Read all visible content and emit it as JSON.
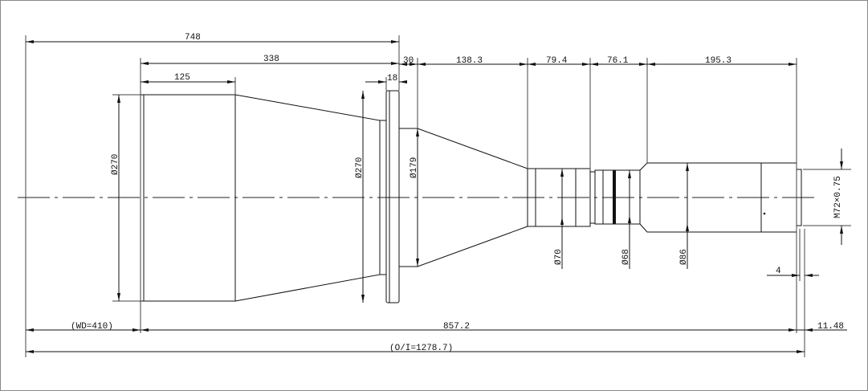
{
  "drawing": {
    "title": "Telecentric lens outline drawing",
    "dimensions": {
      "overall_length": "748",
      "front_section": "338",
      "front_tube": "125",
      "flange_thickness": "18",
      "flange_gap": "30",
      "cone": "138.3",
      "tube_70": "79.4",
      "ring_section": "76.1",
      "body": "195.3",
      "working_distance": "(WD=410)",
      "lens_length": "857.2",
      "back_focus": "11.48",
      "object_to_image": "(O/I=1278.7)",
      "thread_length": "4",
      "dia_front": "Ø270",
      "dia_flange": "Ø270",
      "dia_cone": "Ø179",
      "dia_tube": "Ø70",
      "dia_ring": "Ø68",
      "dia_body": "Ø86",
      "mount_thread": "M72×0.75"
    }
  }
}
